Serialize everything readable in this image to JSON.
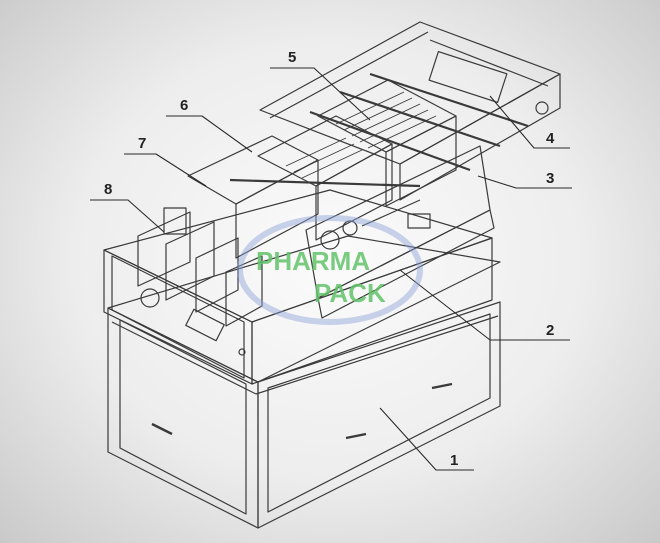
{
  "callouts": [
    {
      "id": "1",
      "label": "1"
    },
    {
      "id": "2",
      "label": "2"
    },
    {
      "id": "3",
      "label": "3"
    },
    {
      "id": "4",
      "label": "4"
    },
    {
      "id": "5",
      "label": "5"
    },
    {
      "id": "6",
      "label": "6"
    },
    {
      "id": "7",
      "label": "7"
    },
    {
      "id": "8",
      "label": "8"
    }
  ],
  "watermark": {
    "line1": "PHARMA",
    "line2": "PACK"
  },
  "colors": {
    "line": "#3a3a3a",
    "watermark_text": "#62c36a",
    "watermark_ring": "#8aa0d8",
    "background_center": "#fbfbfb",
    "background_edge": "#c9c9c9"
  }
}
